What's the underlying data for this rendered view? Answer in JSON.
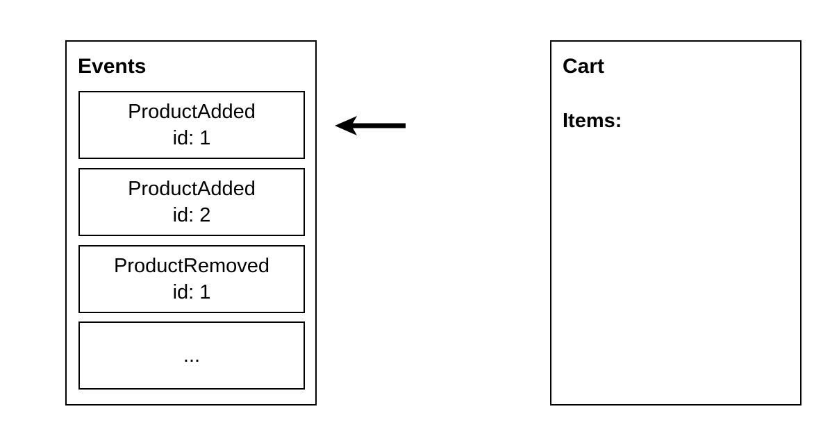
{
  "events": {
    "title": "Events",
    "items": [
      {
        "name": "ProductAdded",
        "id_text": "id: 1"
      },
      {
        "name": "ProductAdded",
        "id_text": "id: 2"
      },
      {
        "name": "ProductRemoved",
        "id_text": "id: 1"
      },
      {
        "name": "...",
        "id_text": ""
      }
    ]
  },
  "cart": {
    "title": "Cart",
    "items_label": "Items:"
  },
  "colors": {
    "stroke": "#000000",
    "background": "#ffffff"
  }
}
